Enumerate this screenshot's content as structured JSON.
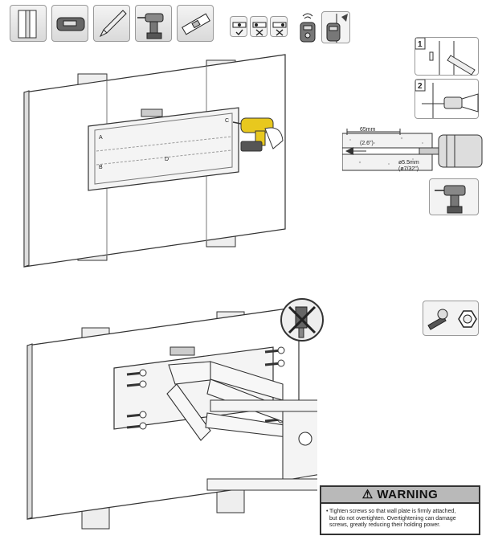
{
  "tools": {
    "top_row": [
      "stud-wall-icon",
      "stud-finder-icon",
      "pencil-icon",
      "drill-icon",
      "level-icon"
    ],
    "level_checks": [
      "level-ok-icon",
      "level-tilt-left-icon",
      "level-tilt-right-icon"
    ],
    "stud_finder_checks": [
      "stud-finder-scan-icon",
      "stud-finder-mark-icon"
    ]
  },
  "steps": {
    "step1_number": "1",
    "step2_number": "2"
  },
  "drill_spec": {
    "depth_mm": "65mm",
    "depth_in": "(2.6\")",
    "bit_mm": "ø5.5mm",
    "bit_in": "(ø7/32\")"
  },
  "wallplate_letters": [
    "A",
    "B",
    "C",
    "D"
  ],
  "colors": {
    "drill_yellow": "#e8c81e",
    "outline": "#333333",
    "warning_header": "#b9b9b9"
  },
  "warning": {
    "title": "WARNING",
    "icon": "warning-triangle-icon",
    "line1": "Tighten screws so that wall plate is firmly attached,",
    "line2": "but do not overtighten. Overtightening can damage",
    "line3": "screws, greatly reducing their holding power."
  }
}
